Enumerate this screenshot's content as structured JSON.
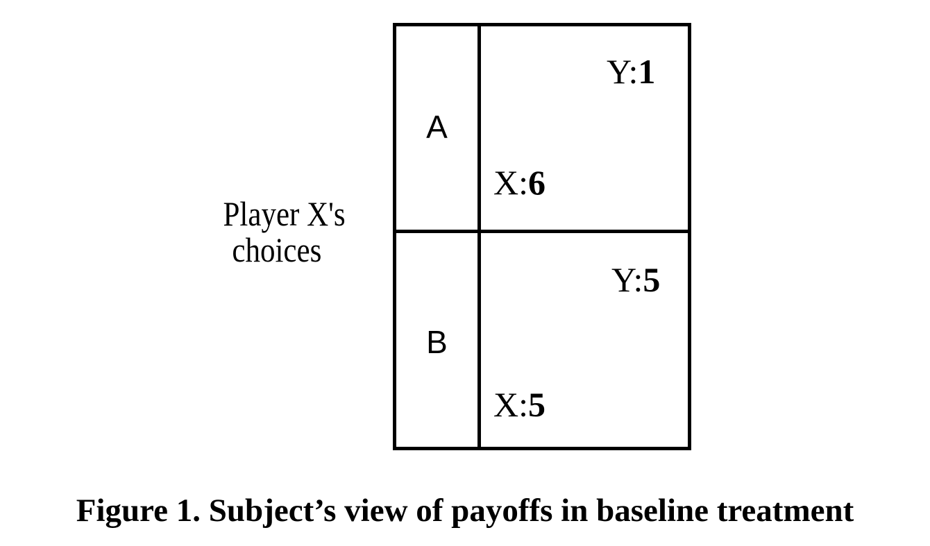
{
  "row_player_label": {
    "line1": "Player X's",
    "line2": "choices"
  },
  "rows": [
    {
      "choice": "A",
      "y_label": "Y:",
      "y_value": "1",
      "x_label": "X:",
      "x_value": "6"
    },
    {
      "choice": "B",
      "y_label": "Y:",
      "y_value": "5",
      "x_label": "X:",
      "x_value": "5"
    }
  ],
  "caption": "Figure 1.  Subject’s view of payoffs in baseline treatment"
}
